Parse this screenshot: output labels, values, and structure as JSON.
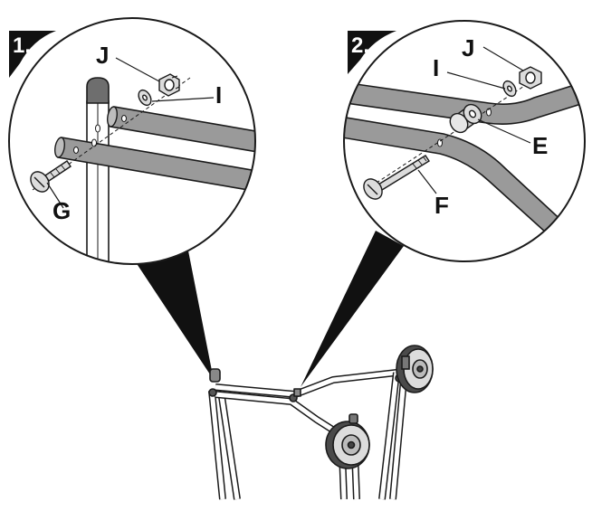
{
  "steps": [
    {
      "number": "1.",
      "labels": {
        "top": "J",
        "right": "I",
        "bottom": "G"
      }
    },
    {
      "number": "2.",
      "labels": {
        "top": "J",
        "left": "I",
        "right": "E",
        "bottom": "F"
      }
    }
  ],
  "colors": {
    "tube": "#9a9a9a",
    "outline": "#1a1a1a",
    "pointer": "#111111",
    "hardware": "#dcdcdc"
  }
}
